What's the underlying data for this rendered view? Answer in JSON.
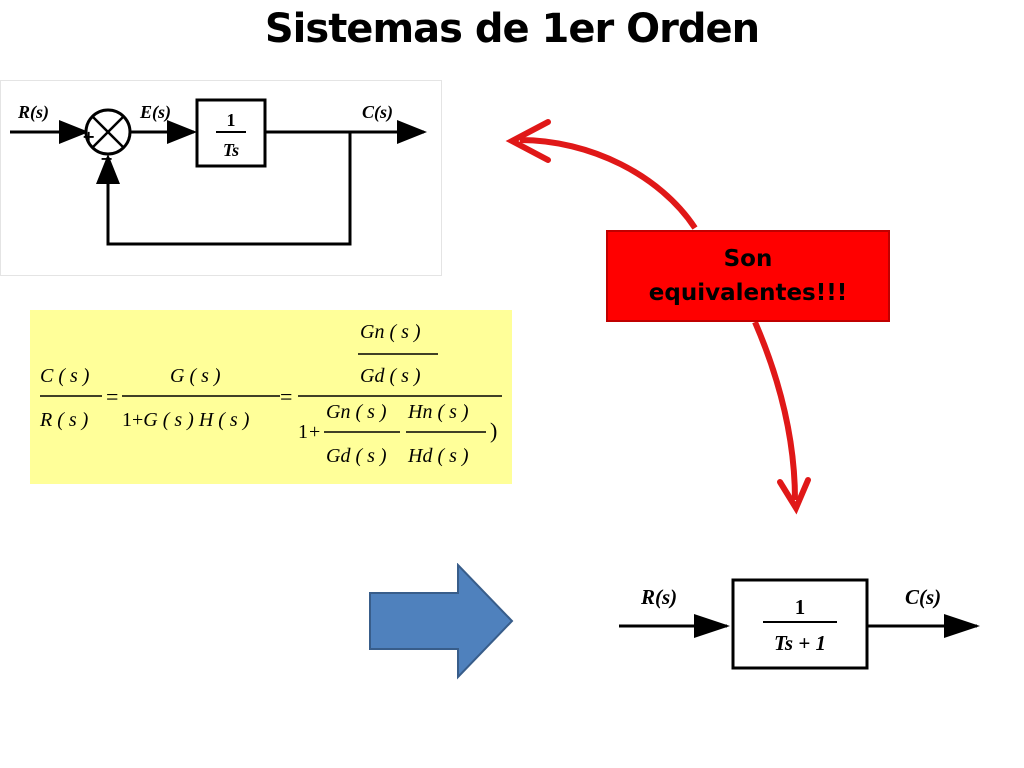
{
  "title": "Sistemas de 1er Orden",
  "top_diagram": {
    "input": "R(s)",
    "error": "E(s)",
    "output": "C(s)",
    "block_num": "1",
    "block_den": "Ts",
    "sum_plus": "+",
    "sum_minus": "−"
  },
  "formula": {
    "lhs_num": "C ( s )",
    "lhs_den": "R ( s )",
    "eq": "=",
    "mid_num": "G ( s )",
    "mid_den_one": "1",
    "mid_den_plus": "+",
    "mid_den_rest": "G ( s ) H ( s )",
    "rhs_top_num": "Gn ( s )",
    "rhs_top_den": "Gd ( s )",
    "rhs_one": "1",
    "rhs_plus": "+",
    "rhs_f1_num": "Gn ( s )",
    "rhs_f1_den": "Gd ( s )",
    "rhs_f2_num": "Hn ( s )",
    "rhs_f2_den": "Hd ( s )",
    "rhs_close": ")"
  },
  "callout": {
    "line1": "Son",
    "line2": "equivalentes!!!"
  },
  "bottom_diagram": {
    "input": "R(s)",
    "output": "C(s)",
    "block_num": "1",
    "block_den": "Ts + 1"
  },
  "colors": {
    "callout_bg": "#ff0000",
    "formula_bg": "#ffff99",
    "curve": "#e01818",
    "block_arrow": "#4f81bd",
    "block_arrow_border": "#385d8a"
  }
}
